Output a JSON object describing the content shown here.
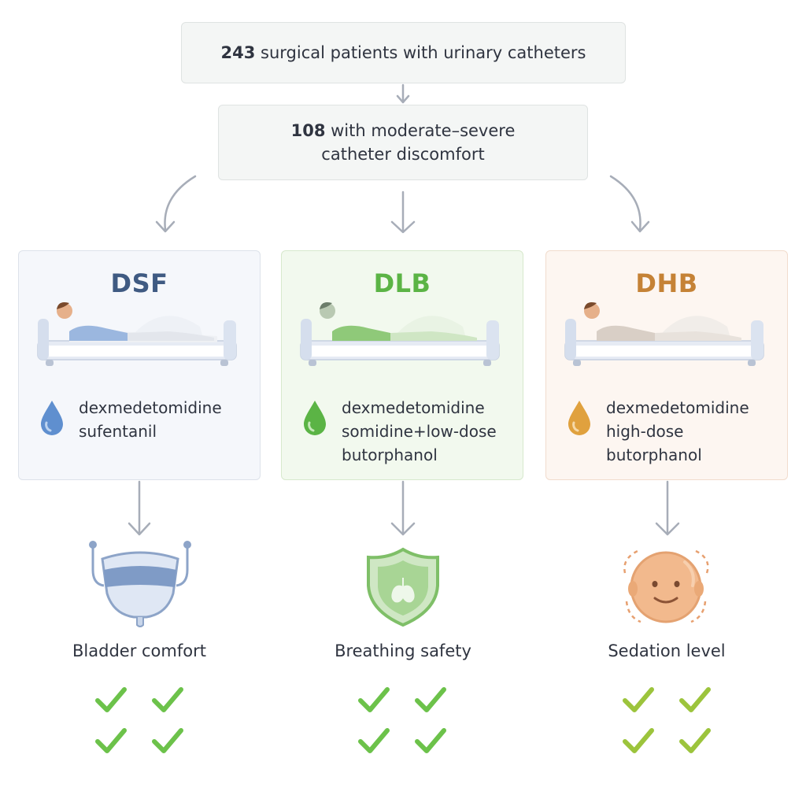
{
  "top_box": {
    "number": "243",
    "text": " surgical patients with urinary catheters"
  },
  "mid_box": {
    "number": "108",
    "line1": " with moderate–severe",
    "line2": "catheter discomfort"
  },
  "arms": [
    {
      "id": "dsf",
      "title": "DSF",
      "drug_lines": [
        "dexmedetomidine",
        "sufentanil"
      ],
      "color": "#3f5a82"
    },
    {
      "id": "dlb",
      "title": "DLB",
      "drug_lines": [
        "dexmedetomidine",
        "somidine+low-dose",
        "butorphanol"
      ],
      "color": "#5bb445"
    },
    {
      "id": "dhb",
      "title": "DHB",
      "drug_lines": [
        "dexmedetomidine",
        "high-dose",
        "butorphanol"
      ],
      "color": "#c58236"
    }
  ],
  "outcomes": [
    {
      "label": "Bladder comfort",
      "icon": "bladder-icon",
      "checks": 4
    },
    {
      "label": "Breathing safety",
      "icon": "shield-lungs-icon",
      "checks": 4
    },
    {
      "label": "Sedation level",
      "icon": "face-icon",
      "checks": 4
    }
  ],
  "colors": {
    "check_green": "#6cc24a",
    "check_lime": "#9cc43c",
    "arrow": "#a7adb8"
  }
}
